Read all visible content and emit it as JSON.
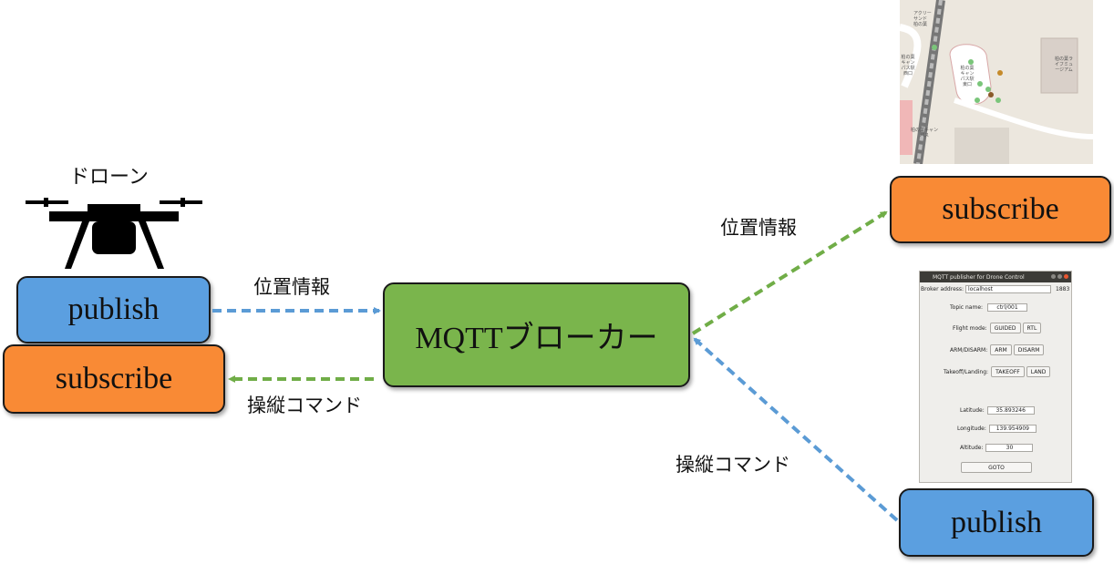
{
  "drone_label": "ドローン",
  "left": {
    "publish_label": "publish",
    "subscribe_label": "subscribe",
    "position_info_label": "位置情報",
    "command_label": "操縦コマンド"
  },
  "broker": {
    "label": "MQTTブローカー"
  },
  "right": {
    "subscribe_label": "subscribe",
    "publish_label": "publish",
    "position_info_label": "位置情報",
    "command_label": "操縦コマンド"
  },
  "map": {
    "labels": [
      "アクリー",
      "サンド",
      "柏の葉",
      "柏の葉キャンパス駅西口",
      "柏の葉キャンパス駅東口",
      "柏の葉ライフミュージアム",
      "柏の葉キャンパス"
    ]
  },
  "gui": {
    "title": "MQTT publisher for Drone Control",
    "broker_address_label": "Broker address:",
    "broker_address_value": "localhost",
    "port_value": "1883",
    "topic_label": "Topic name:",
    "topic_value": "ctrl/001",
    "flight_mode_label": "Flight mode:",
    "guided_button": "GUIDED",
    "rtl_button": "RTL",
    "arm_label": "ARM/DISARM:",
    "arm_button": "ARM",
    "disarm_button": "DISARM",
    "takeoff_label": "Takeoff/Landing:",
    "takeoff_button": "TAKEOFF",
    "land_button": "LAND",
    "latitude_label": "Latitude:",
    "latitude_value": "35.893246",
    "longitude_label": "Longitude:",
    "longitude_value": "139.954909",
    "altitude_label": "Altitude:",
    "altitude_value": "30",
    "goto_button": "GOTO"
  },
  "colors": {
    "publish_blue": "#5b9fe0",
    "subscribe_orange": "#f98a35",
    "broker_green": "#7ab54c",
    "arrow_blue": "#5b9bd5",
    "arrow_green": "#70ad47"
  }
}
